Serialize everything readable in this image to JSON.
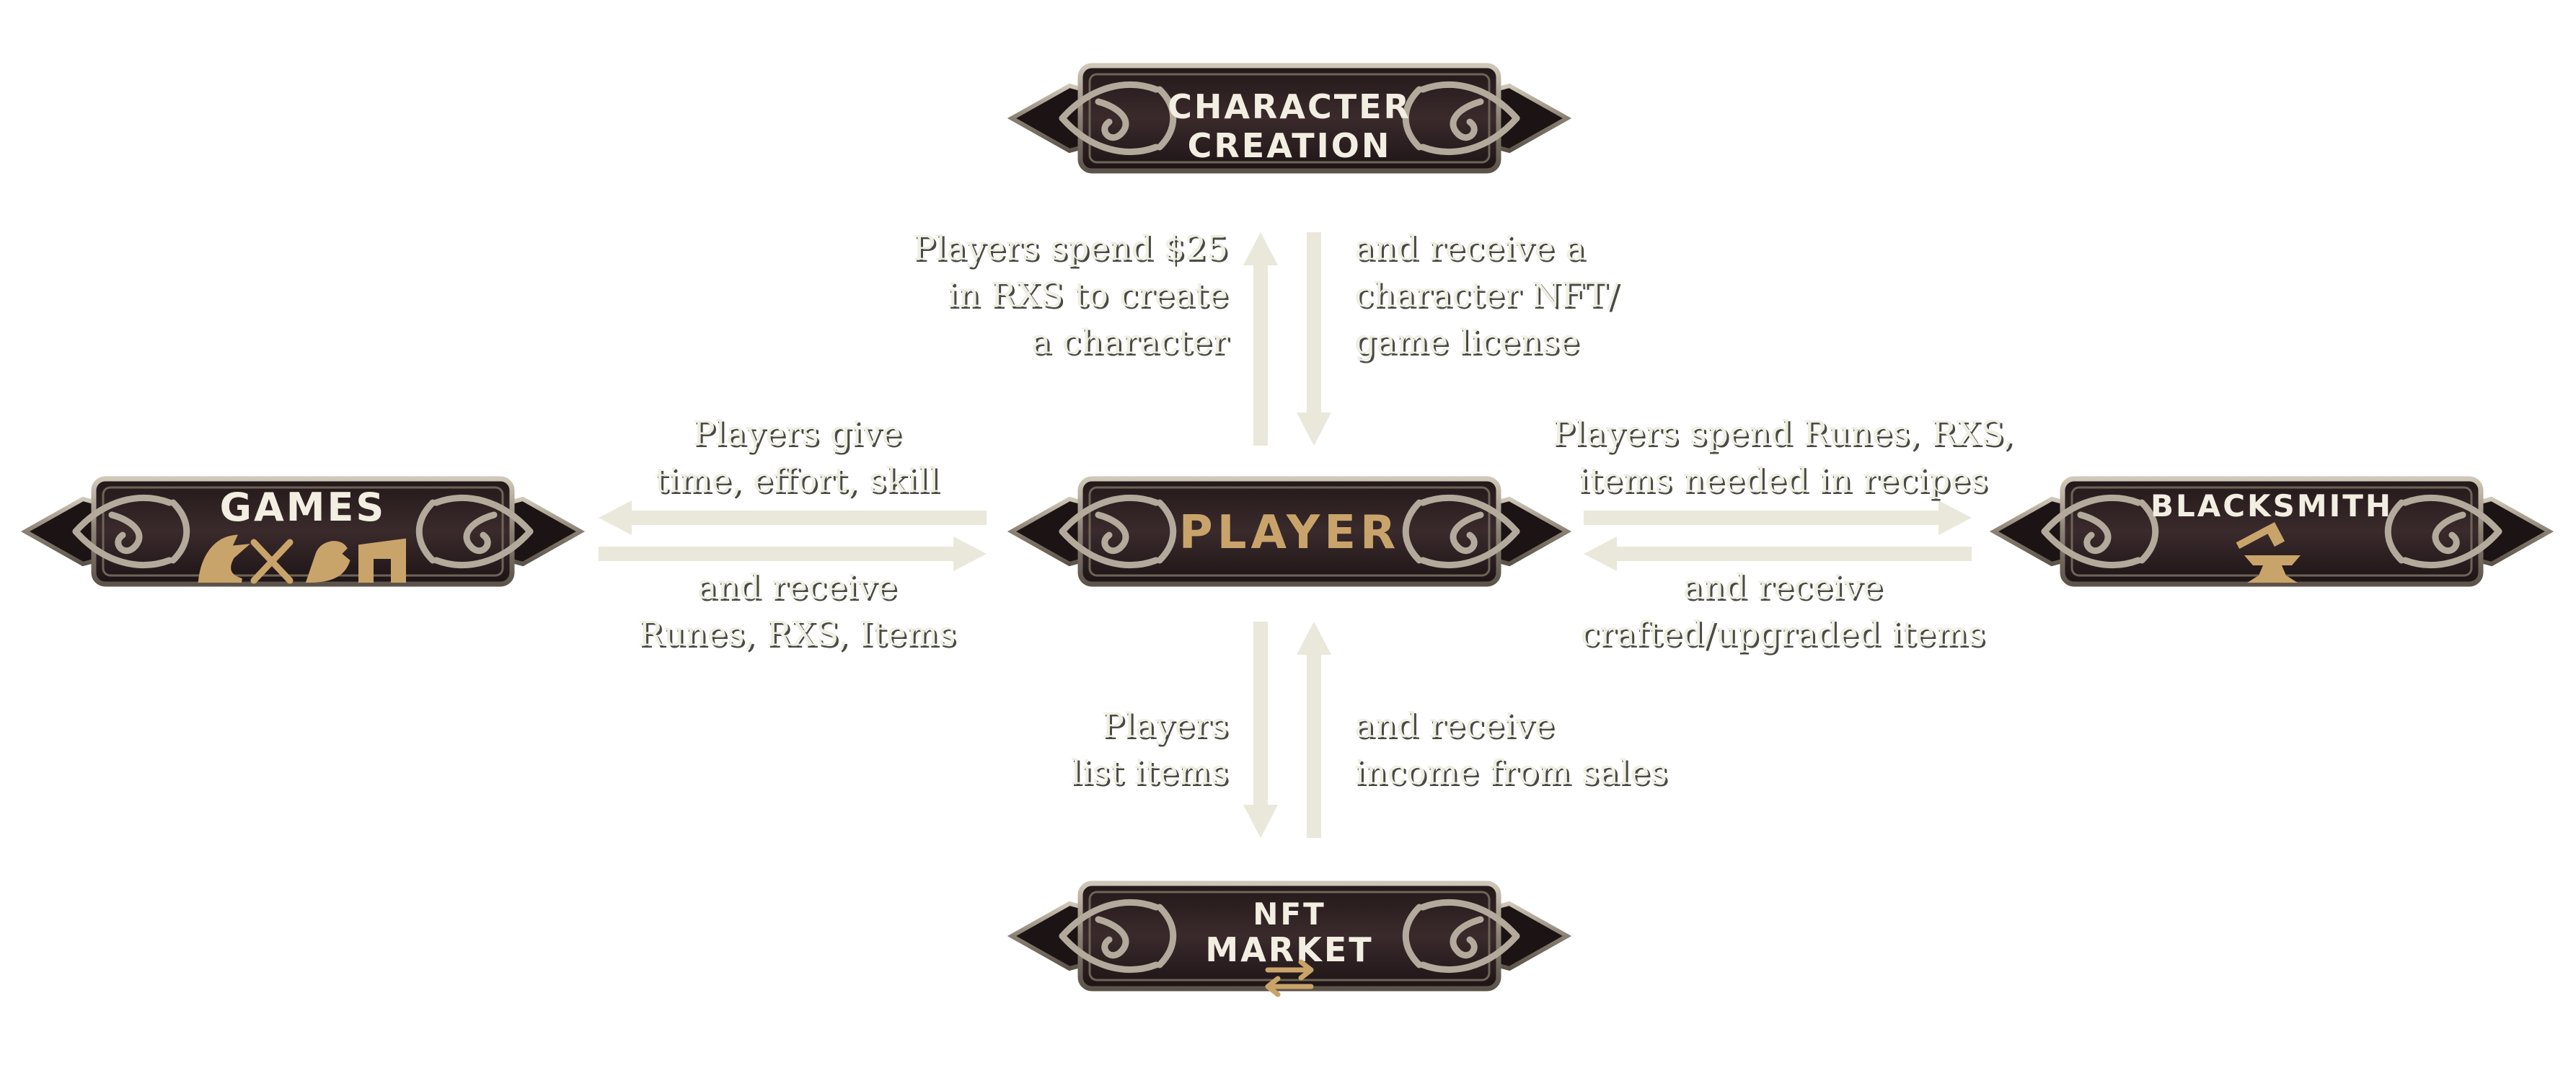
{
  "nodes": {
    "character_creation": {
      "line1": "CHARACTER",
      "line2": "CREATION"
    },
    "player": {
      "label": "PLAYER"
    },
    "games": {
      "label": "GAMES",
      "icons": [
        "dragon-icon",
        "crossed-swords-icon",
        "griffin-icon",
        "shrine-icon"
      ]
    },
    "blacksmith": {
      "label": "BLACKSMITH",
      "icons": [
        "anvil-hammer-icon"
      ]
    },
    "nft_market": {
      "line1": "NFT",
      "line2": "MARKET",
      "icons": [
        "exchange-arrows-icon"
      ]
    }
  },
  "edges": {
    "to_character": [
      "Players spend $25",
      "in RXS to create",
      "a character"
    ],
    "from_character": [
      "and receive a",
      "character NFT/",
      "game license"
    ],
    "to_games": [
      "Players give",
      "time, effort, skill"
    ],
    "from_games": [
      "and receive",
      "Runes, RXS, Items"
    ],
    "to_blacksmith": [
      "Players spend Runes, RXS,",
      "items needed in recipes"
    ],
    "from_blacksmith": [
      "and receive",
      "crafted/upgraded items"
    ],
    "to_market": [
      "Players",
      "list items"
    ],
    "from_market": [
      "and receive",
      "income from sales"
    ]
  },
  "colors": {
    "arrow": "#e9e8da",
    "plate_fill": "#2e2022",
    "plate_frame": "#9d9488",
    "plate_text": "#f3eee2",
    "plate_accent": "#c9a46a",
    "label_text": "#efeee2"
  }
}
